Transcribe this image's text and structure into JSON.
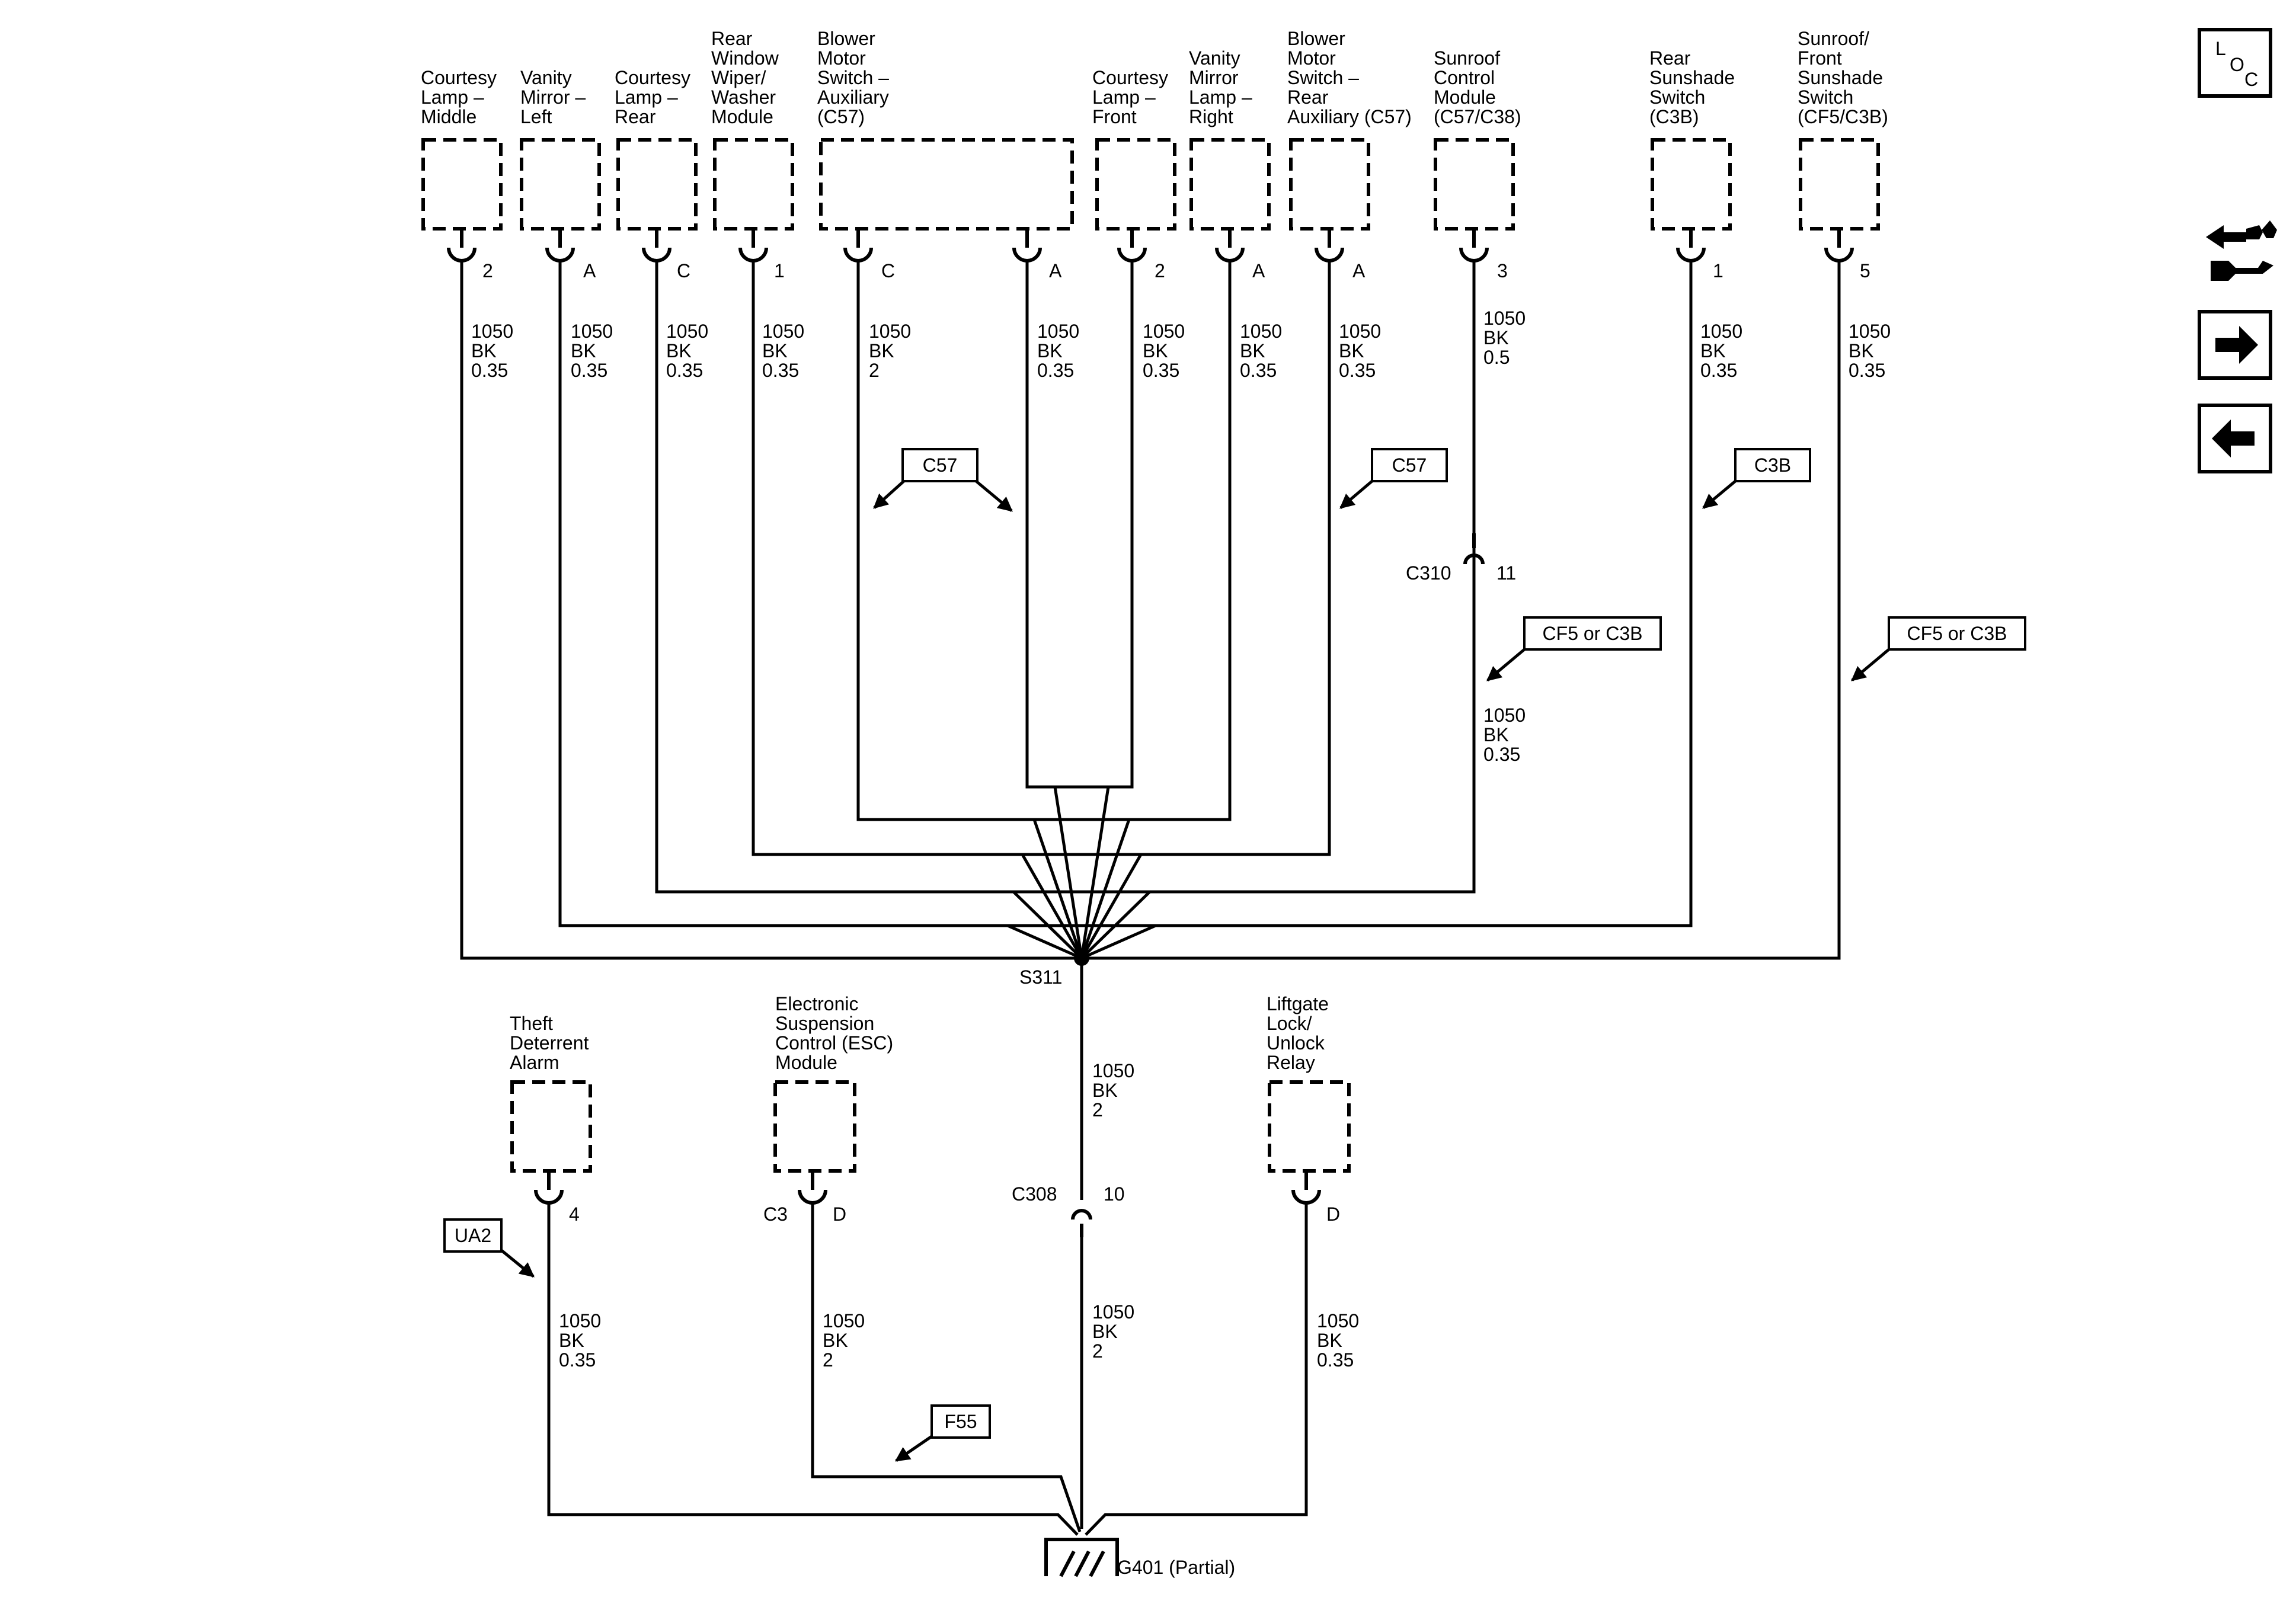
{
  "components": {
    "courtesy_lamp_middle": [
      "Courtesy",
      "Lamp –",
      "Middle"
    ],
    "vanity_mirror_left": [
      "Vanity",
      "Mirror –",
      "Left"
    ],
    "courtesy_lamp_rear": [
      "Courtesy",
      "Lamp –",
      "Rear"
    ],
    "rear_window_wiper": [
      "Rear",
      "Window",
      "Wiper/",
      "Washer",
      "Module"
    ],
    "blower_motor_aux": [
      "Blower",
      "Motor",
      "Switch –",
      "Auxiliary",
      "(C57)"
    ],
    "courtesy_lamp_front": [
      "Courtesy",
      "Lamp –",
      "Front"
    ],
    "vanity_mirror_right": [
      "Vanity",
      "Mirror",
      "Lamp –",
      "Right"
    ],
    "blower_motor_rear_aux": [
      "Blower",
      "Motor",
      "Switch –",
      "Rear",
      "Auxiliary (C57)"
    ],
    "sunroof_control": [
      "Sunroof",
      "Control",
      "Module",
      "(C57/C38)"
    ],
    "rear_sunshade": [
      "Rear",
      "Sunshade",
      "Switch",
      "(C3B)"
    ],
    "sunroof_front_sunshade": [
      "Sunroof/",
      "Front",
      "Sunshade",
      "Switch",
      "(CF5/C3B)"
    ],
    "theft_deterrent": [
      "Theft",
      "Deterrent",
      "Alarm"
    ],
    "esc_module": [
      "Electronic",
      "Suspension",
      "Control (ESC)",
      "Module"
    ],
    "liftgate_relay": [
      "Liftgate",
      "Lock/",
      "Unlock",
      "Relay"
    ]
  },
  "pins": {
    "p1": "2",
    "p2": "A",
    "p3": "C",
    "p4": "1",
    "p5": "C",
    "p6": "A",
    "p7": "2",
    "p8": "A",
    "p9": "A",
    "p10": "3",
    "p11": "1",
    "p12": "5",
    "theft": "4",
    "esc_conn": "C3",
    "esc": "D",
    "liftgate": "D"
  },
  "wires": {
    "w_035": [
      "1050",
      "BK",
      "0.35"
    ],
    "w_2": [
      "1050",
      "BK",
      "2"
    ],
    "w_05": [
      "1050",
      "BK",
      "0.5"
    ]
  },
  "options": {
    "c57": "C57",
    "c3b": "C3B",
    "cf5_c3b": "CF5 or C3B",
    "ua2": "UA2",
    "f55": "F55"
  },
  "connectors": {
    "c310": "C310",
    "c310_pin": "11",
    "c308": "C308",
    "c308_pin": "10"
  },
  "splice": "S311",
  "ground": "G401 (Partial)",
  "nav": {
    "loc_letters": [
      "L",
      "O",
      "C"
    ]
  }
}
